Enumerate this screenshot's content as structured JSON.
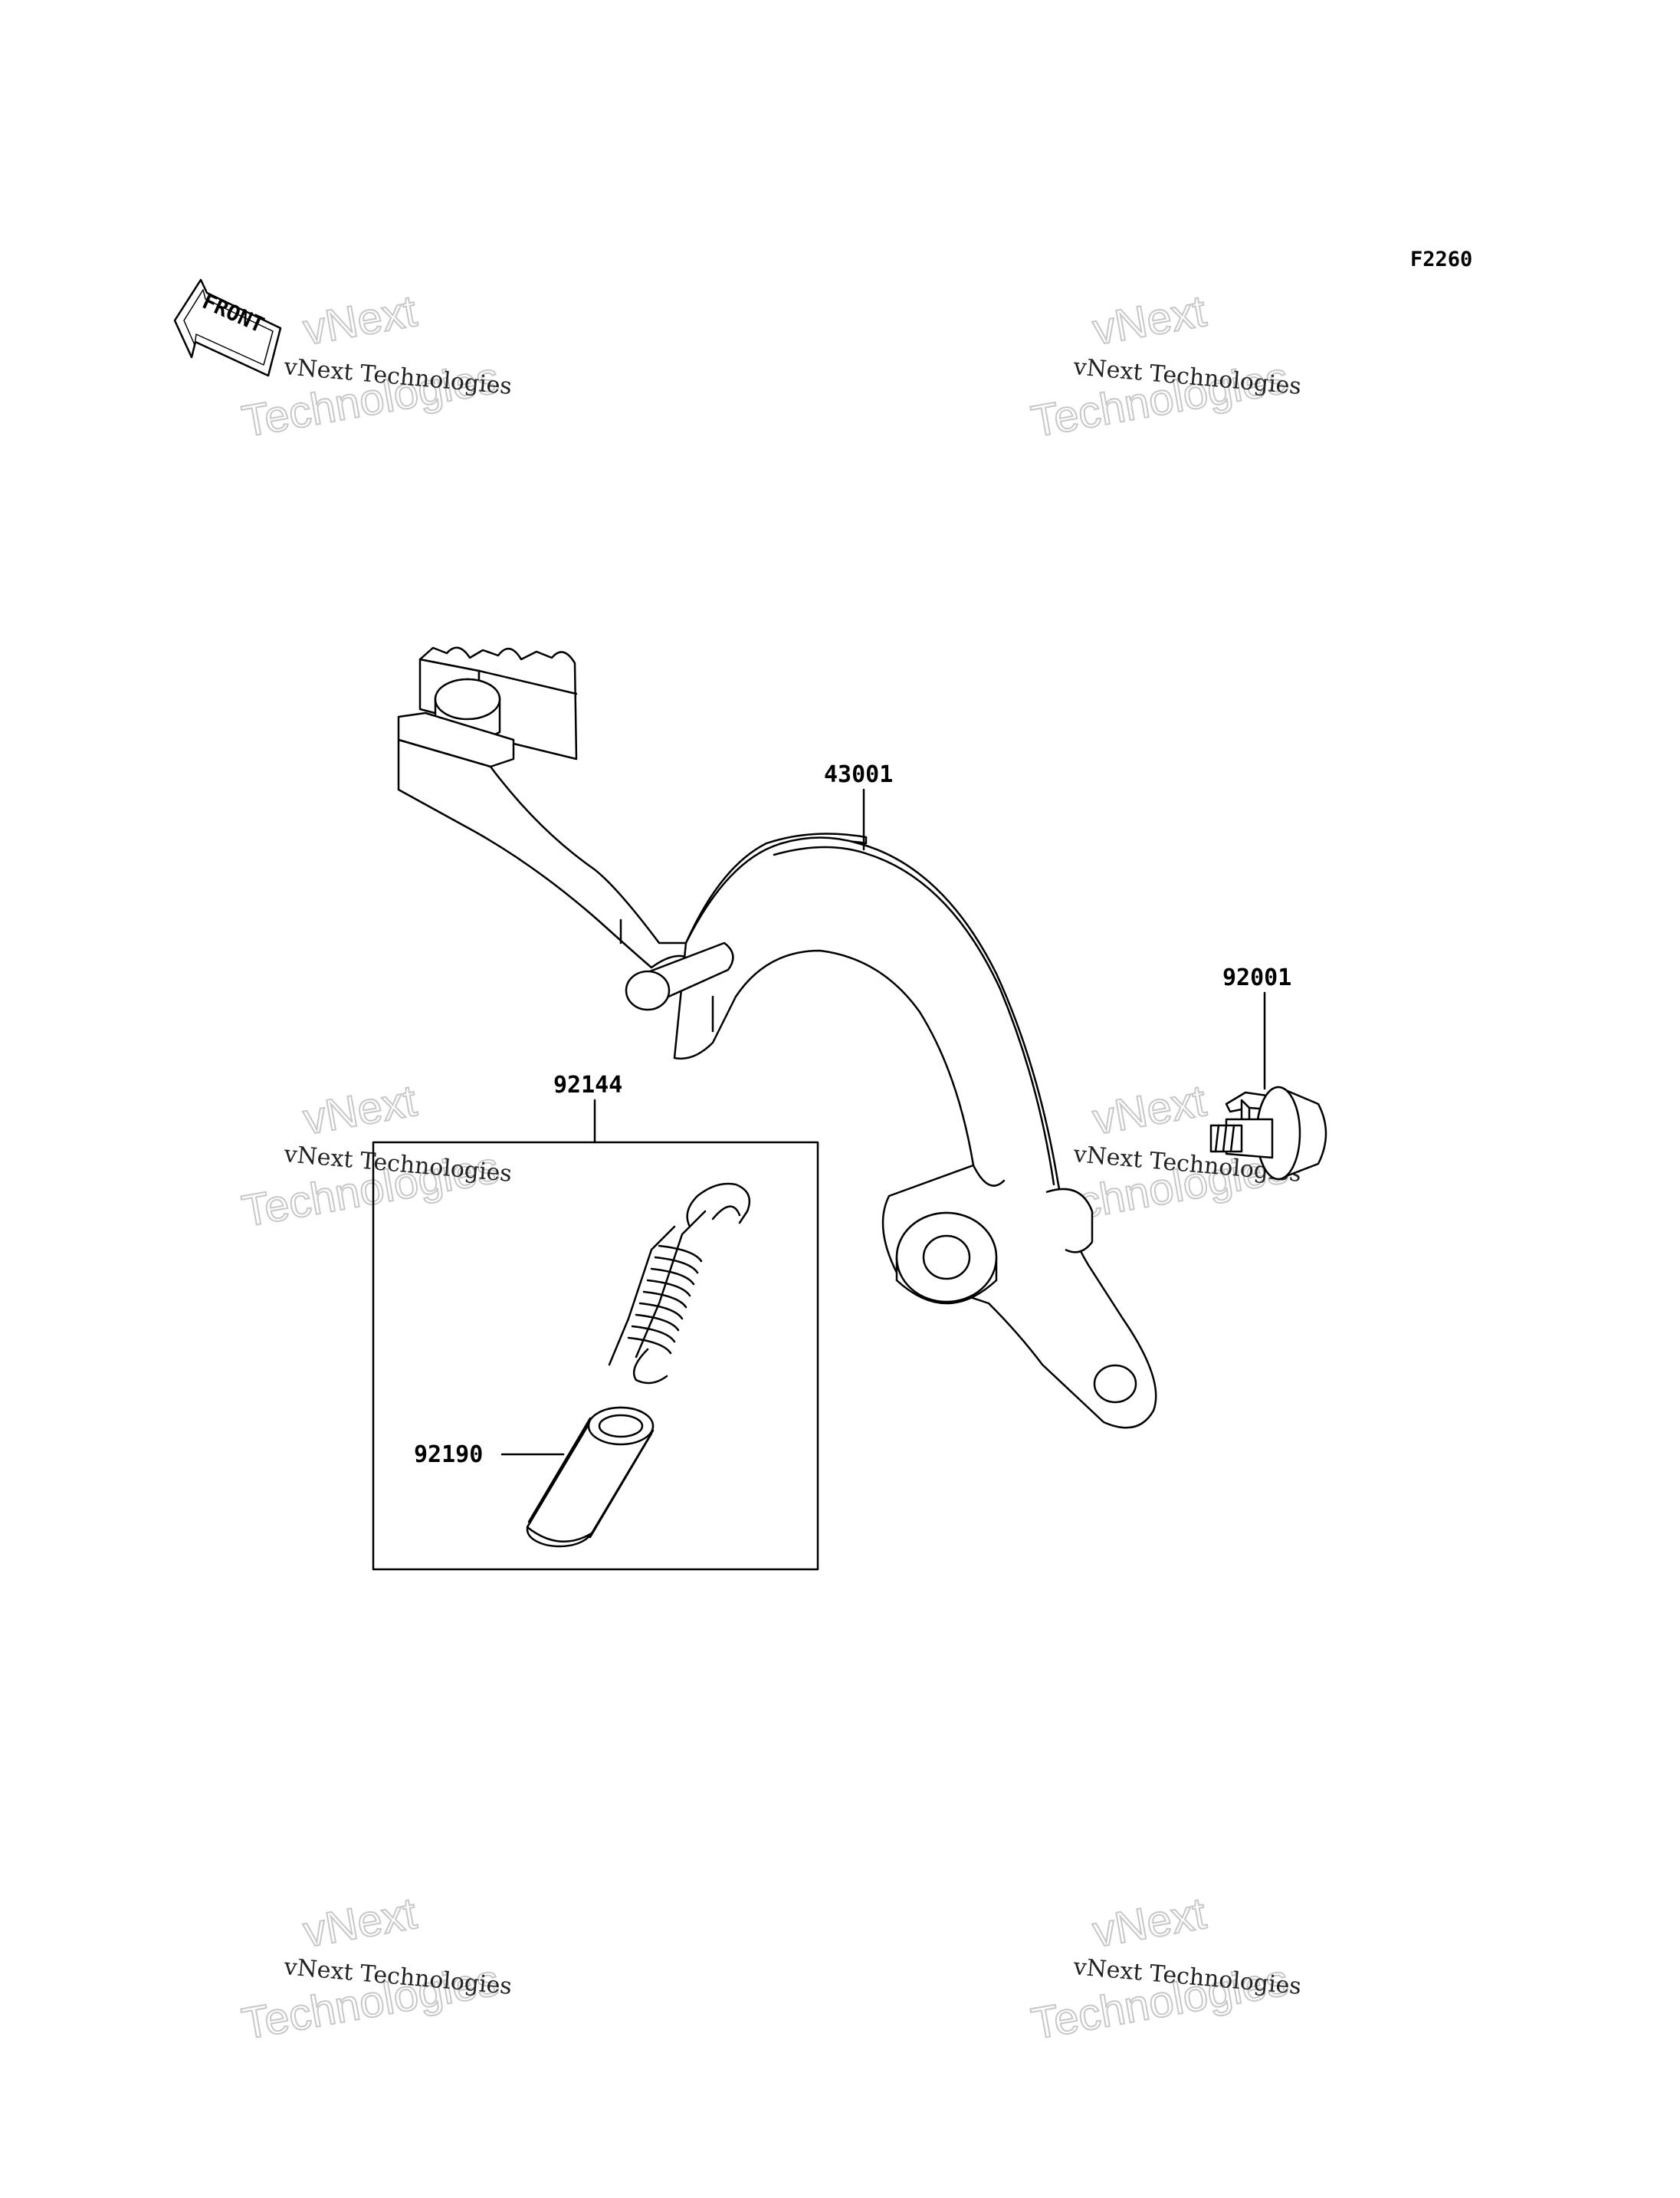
{
  "diagram_code": "F2260",
  "front_label": "FRONT",
  "watermark": {
    "line1": "vNext Technologies",
    "big_top": "vNext",
    "big_bottom": "Technologies"
  },
  "parts": {
    "brake_pedal": "43001",
    "spring_kit": "92144",
    "collar": "92190",
    "bolt": "92001"
  }
}
